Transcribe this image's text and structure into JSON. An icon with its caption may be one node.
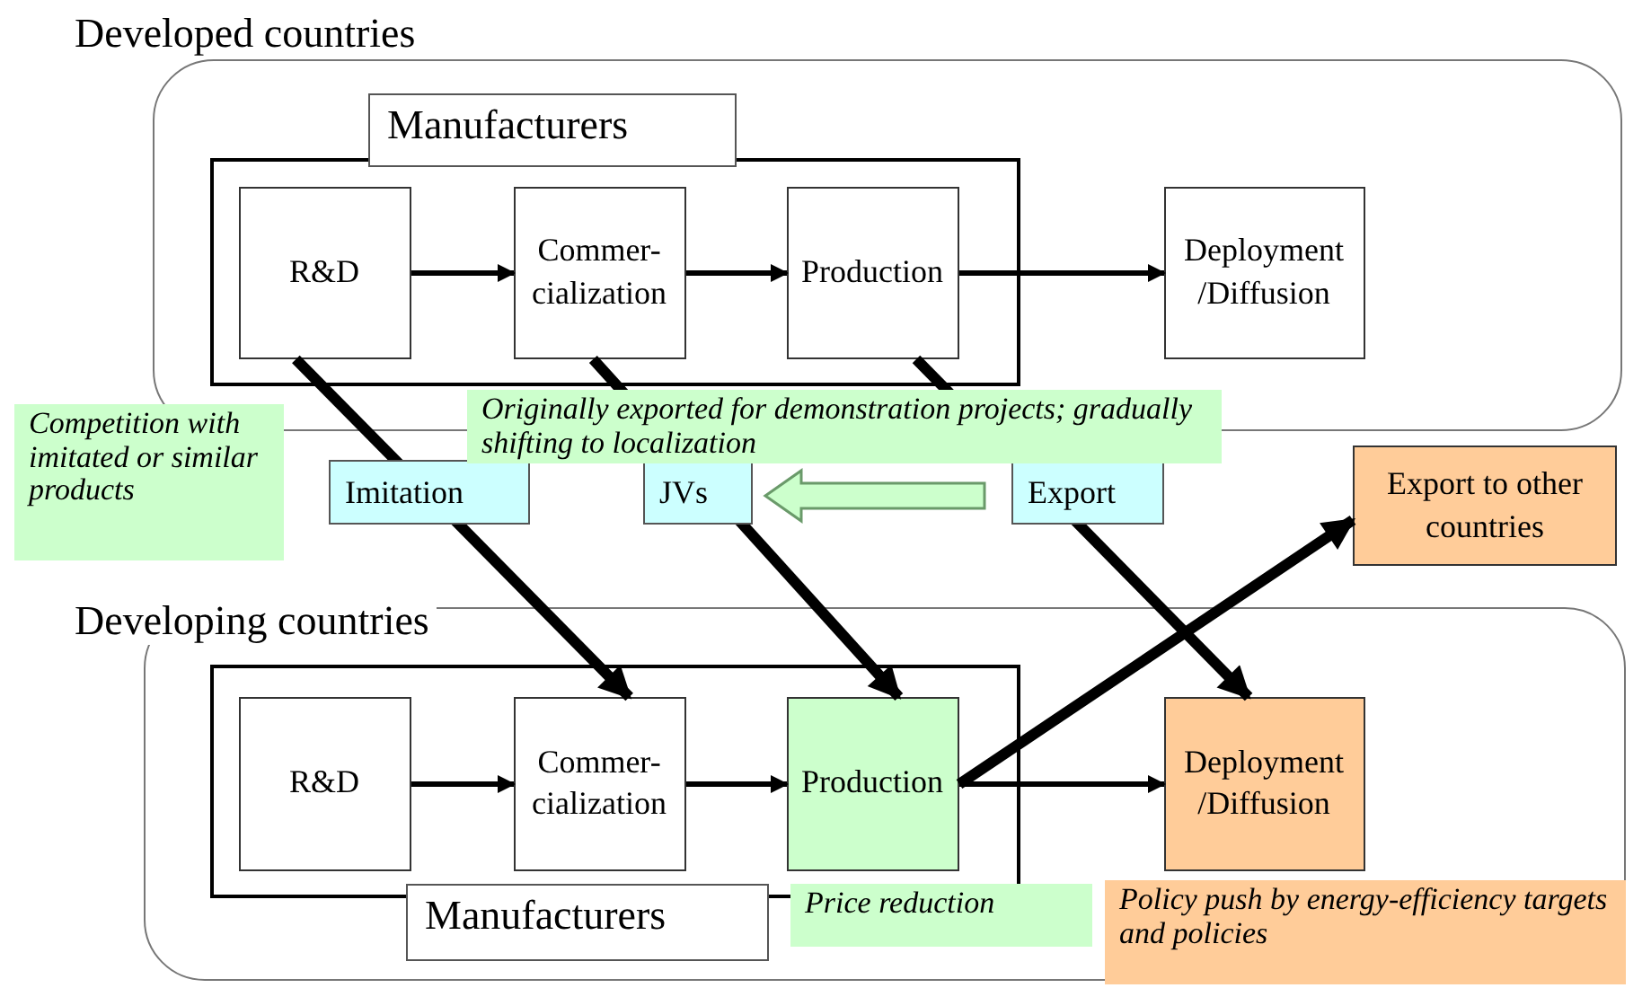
{
  "diagram": {
    "nodes": [
      {
        "text": [
          "Developed countries"
        ]
      },
      {
        "text": [
          "Manufacturers"
        ],
        "in": 0
      },
      {
        "text": [
          "R&D"
        ],
        "in": 1
      },
      {
        "text": [
          "Commer- cialization"
        ],
        "in": 1
      },
      {
        "text": [
          "Production"
        ],
        "in": 1
      },
      {
        "text": [
          "Deployment /Diffusion"
        ],
        "in": 0
      },
      {
        "text": [
          "Developing countries"
        ]
      },
      {
        "text": [
          "Manufacturers"
        ],
        "in": 6
      },
      {
        "text": [
          "R&D"
        ],
        "in": 7
      },
      {
        "text": [
          "Commer- cialization"
        ],
        "in": 7
      },
      {
        "text": [
          "Production"
        ],
        "in": 7
      },
      {
        "text": [
          "Deployment /Diffusion"
        ],
        "in": 6
      },
      {
        "text": [
          "Export to other countries"
        ]
      }
    ],
    "edges": [
      {
        "from": 2,
        "to": 3,
        "arrow": "to"
      },
      {
        "from": 3,
        "to": 4,
        "arrow": "to"
      },
      {
        "from": 4,
        "to": 5,
        "arrow": "to"
      },
      {
        "from": 8,
        "to": 9,
        "arrow": "to"
      },
      {
        "from": 9,
        "to": 10,
        "arrow": "to"
      },
      {
        "from": 10,
        "to": 11,
        "arrow": "to"
      },
      {
        "from": 2,
        "to": 9,
        "arrow": "to",
        "label": "Imitation",
        "style": "thick"
      },
      {
        "from": 3,
        "to": 10,
        "arrow": "to",
        "label": "JVs",
        "style": "thick"
      },
      {
        "from": 4,
        "to": 11,
        "arrow": "to",
        "label": "Export",
        "style": "thick"
      },
      {
        "from": 10,
        "to": 12,
        "arrow": "to",
        "style": "thick"
      }
    ],
    "labels": [
      "Originally exported for demonstration projects; gradually shifting to localization",
      "Competition with imitated or similar products",
      "Price reduction",
      "Policy push by energy-efficiency targets and policies"
    ]
  }
}
